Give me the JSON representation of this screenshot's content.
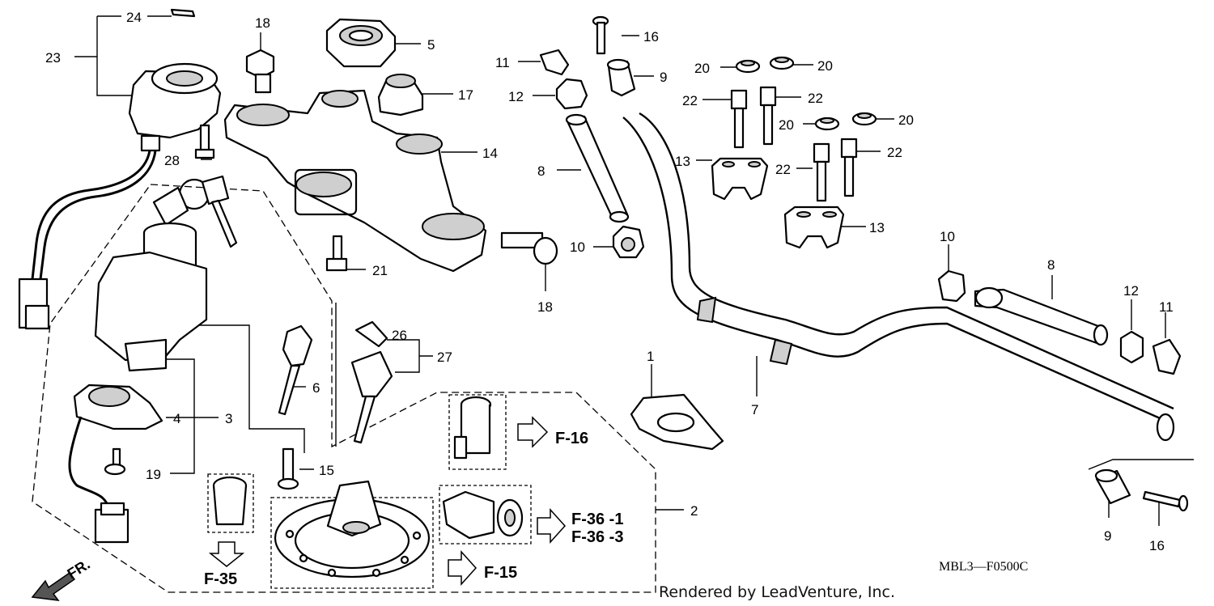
{
  "callouts": [
    "1",
    "2",
    "3",
    "4",
    "5",
    "6",
    "7",
    "8",
    "8",
    "9",
    "9",
    "10",
    "10",
    "11",
    "11",
    "12",
    "12",
    "13",
    "13",
    "14",
    "15",
    "16",
    "16",
    "17",
    "18",
    "18",
    "19",
    "20",
    "20",
    "20",
    "20",
    "21",
    "22",
    "22",
    "22",
    "22",
    "23",
    "24",
    "26",
    "27",
    "28"
  ],
  "references": [
    "F-16",
    "F-36 -1",
    "F-36 -3",
    "F-15",
    "F-35"
  ],
  "direction_label": "FR.",
  "diagram_code": "MBL3—F0500C",
  "credit": "Rendered by LeadVenture, Inc."
}
